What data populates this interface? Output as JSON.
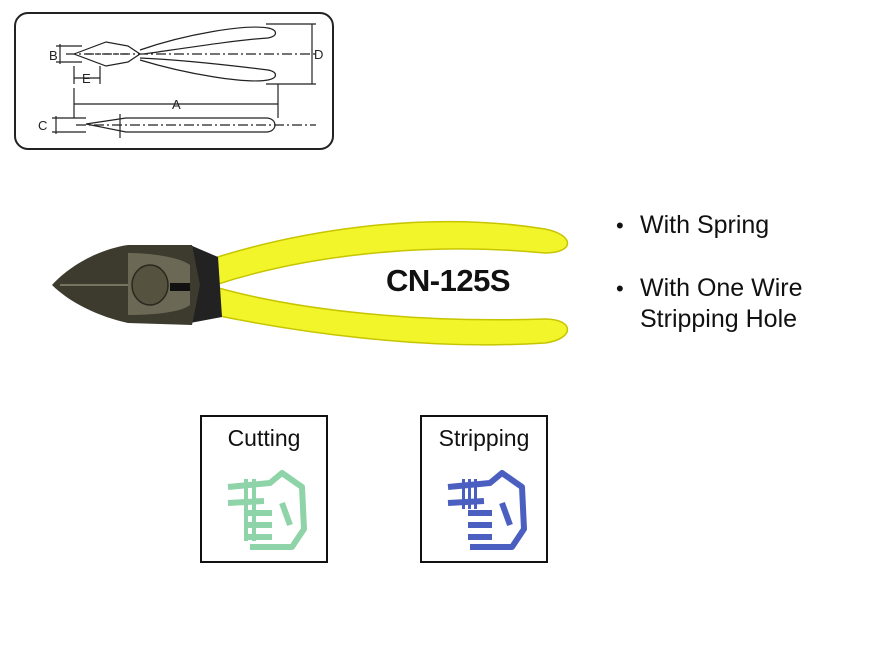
{
  "diagram": {
    "letters": [
      "B",
      "E",
      "D",
      "A",
      "C"
    ]
  },
  "product": {
    "model": "CN-125S",
    "handle_color": "#f2f52a",
    "head_color": "#3d3a2e"
  },
  "features": [
    {
      "bullet": "•",
      "text": "With Spring"
    },
    {
      "bullet": "•",
      "text": "With One Wire\nStripping Hole"
    }
  ],
  "functions": [
    {
      "label": "Cutting",
      "icon": "cutting-hand-icon",
      "color": "#8fd3a8"
    },
    {
      "label": "Stripping",
      "icon": "stripping-hand-icon",
      "color": "#4a5fc0"
    }
  ]
}
